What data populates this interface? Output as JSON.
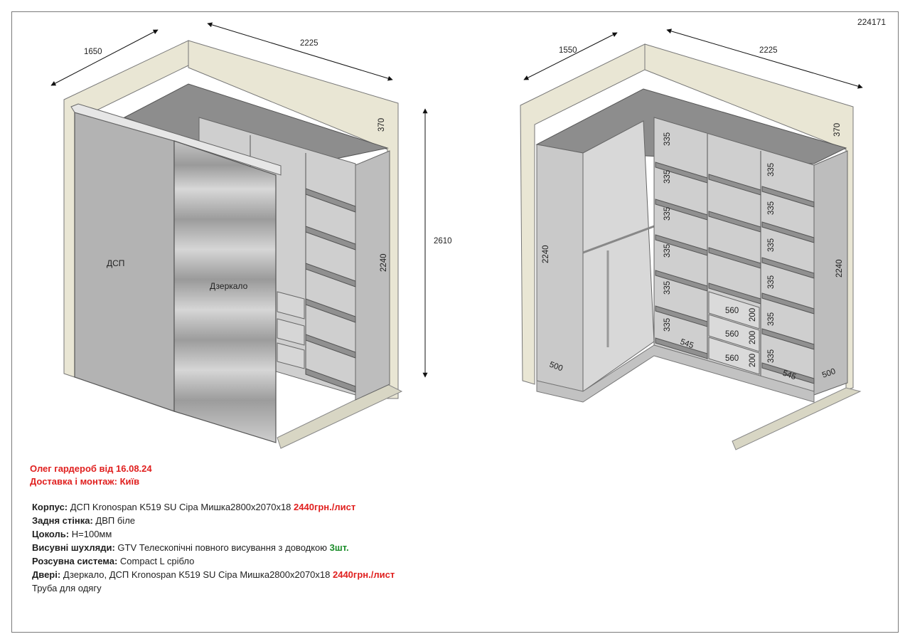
{
  "order_number": "224171",
  "title_line1": "Олег гардероб від 16.08.24",
  "title_line2": "Доставка і монтаж: Київ",
  "left_view": {
    "dim_depth": "1650",
    "dim_width": "2225",
    "dim_height_total": "2610",
    "dim_top_shelf": "370",
    "dim_body_height": "2240",
    "door_left_label": "ДСП",
    "door_right_label": "Дзеркало"
  },
  "right_view": {
    "dim_depth": "1550",
    "dim_width": "2225",
    "dim_top_shelf": "370",
    "dim_left_height": "2240",
    "dim_right_height": "2240",
    "dim_left_depth": "500",
    "dim_right_depth": "500",
    "dim_mid_depth": "545",
    "dim_right_mid_depth": "545",
    "shelf_spacing": [
      "335",
      "335",
      "335",
      "335",
      "335",
      "335"
    ],
    "shelf_spacing_right": [
      "335",
      "335",
      "335",
      "335",
      "335",
      "335"
    ],
    "drawer_width": [
      "560",
      "560",
      "560"
    ],
    "drawer_height": [
      "200",
      "200",
      "200"
    ]
  },
  "specs": [
    {
      "label": "Корпус:",
      "text": " ДСП Kronospan K519 SU Сіра Мишка2800х2070х18 ",
      "accent": "2440грн./лист",
      "accent_color": "#e0201f"
    },
    {
      "label": "Задня стінка:",
      "text": "  ДВП біле",
      "accent": "",
      "accent_color": ""
    },
    {
      "label": "Цоколь:",
      "text": " Н=100мм",
      "accent": "",
      "accent_color": ""
    },
    {
      "label": "Висувні шухляди:",
      "text": " GTV Телескопічні повного висування з доводкою ",
      "accent": "3шт.",
      "accent_color": "#1b8d2a"
    },
    {
      "label": "Розсувна система:",
      "text": " Compact L срібло",
      "accent": "",
      "accent_color": ""
    },
    {
      "label": "Двері:",
      "text": " Дзеркало, ДСП Kronospan K519 SU Сіра Мишка2800х2070х18 ",
      "accent": "2440грн./лист",
      "accent_color": "#e0201f"
    },
    {
      "label": "",
      "text": "Труба для одягу",
      "accent": "",
      "accent_color": ""
    }
  ],
  "colors": {
    "wall": "#e9e6d4",
    "carcass_dark": "#8a8a8a",
    "carcass_mid": "#a9a9a9",
    "carcass_light": "#c9c9c9",
    "mirror": "#b0b0b0",
    "accent_red": "#e0201f",
    "accent_green": "#1b8d2a"
  }
}
